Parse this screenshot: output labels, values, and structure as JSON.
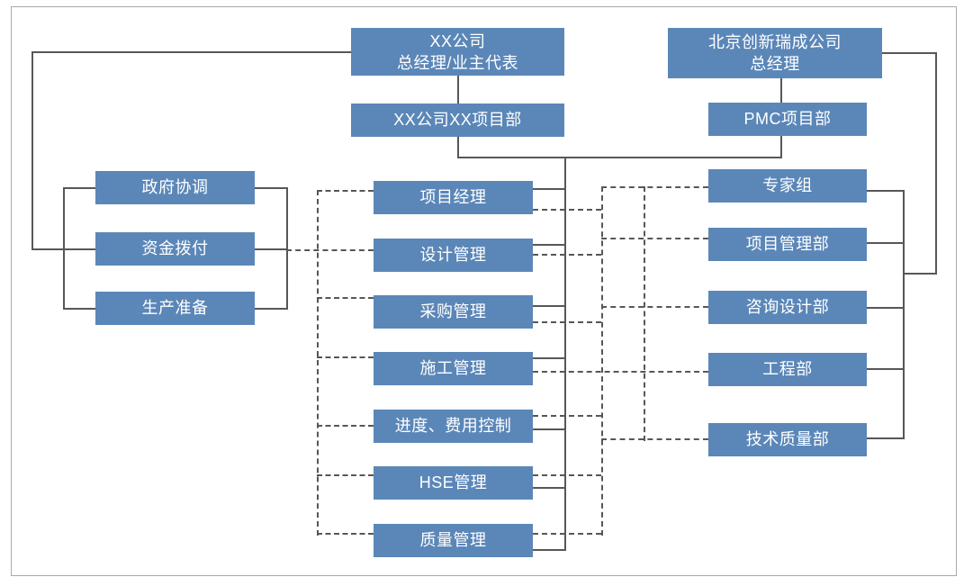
{
  "colors": {
    "box_fill": "#5B87B8",
    "box_text": "#FFFFFF",
    "connector_line": "#56575A",
    "frame_border": "#A9A9A9",
    "background": "#FFFFFF"
  },
  "top": {
    "owner_gm": {
      "line1": "XX公司",
      "line2": "总经理/业主代表"
    },
    "owner_project_dept": {
      "label": "XX公司XX项目部"
    },
    "pmc_company_gm": {
      "line1": "北京创新瑞成公司",
      "line2": "总经理"
    },
    "pmc_project_dept": {
      "label": "PMC项目部"
    }
  },
  "left_column": {
    "items": [
      {
        "label": "政府协调"
      },
      {
        "label": "资金拨付"
      },
      {
        "label": "生产准备"
      }
    ]
  },
  "middle_column": {
    "items": [
      {
        "label": "项目经理"
      },
      {
        "label": "设计管理"
      },
      {
        "label": "采购管理"
      },
      {
        "label": "施工管理"
      },
      {
        "label": "进度、费用控制"
      },
      {
        "label": "HSE管理"
      },
      {
        "label": "质量管理"
      }
    ]
  },
  "right_column": {
    "items": [
      {
        "label": "专家组"
      },
      {
        "label": "项目管理部"
      },
      {
        "label": "咨询设计部"
      },
      {
        "label": "工程部"
      },
      {
        "label": "技术质量部"
      }
    ]
  }
}
